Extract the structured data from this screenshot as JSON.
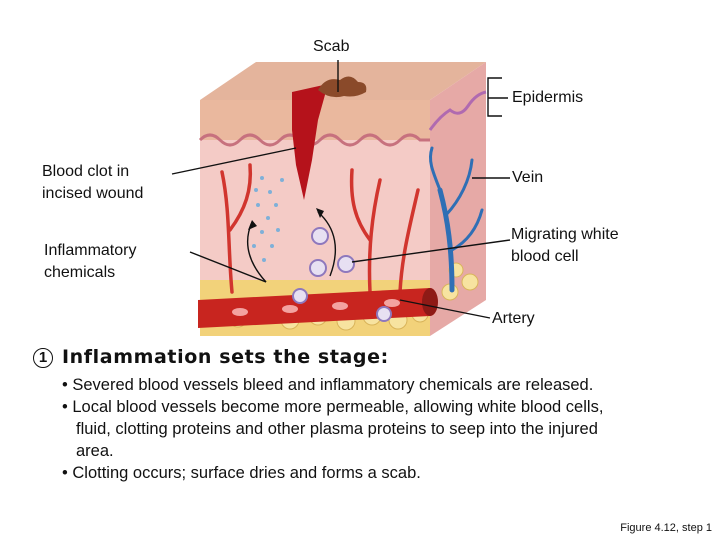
{
  "labels": {
    "scab": "Scab",
    "epidermis": "Epidermis",
    "blood_clot_line1": "Blood clot in",
    "blood_clot_line2": "incised wound",
    "vein": "Vein",
    "inflammatory_line1": "Inflammatory",
    "inflammatory_line2": "chemicals",
    "migrating_line1": "Migrating white",
    "migrating_line2": "blood cell",
    "artery": "Artery"
  },
  "step": {
    "number": "1",
    "title": "Inflammation sets the stage:",
    "bullets": [
      "• Severed blood vessels bleed and inflammatory chemicals are released.",
      "• Local blood vessels become more permeable, allowing white blood cells, fluid, clotting proteins and other plasma proteins to seep into the injured area.",
      "• Clotting occurs; surface dries and forms a scab."
    ]
  },
  "caption": "Figure 4.12, step 1",
  "colors": {
    "epidermis": "#e8b9a2",
    "dermis": "#f3c9c4",
    "fat": "#f3d680",
    "artery": "#c8251f",
    "vein": "#2f6fb5",
    "clot": "#b5121b",
    "scab": "#8a4a2a",
    "wbc": "#9a86c0"
  }
}
